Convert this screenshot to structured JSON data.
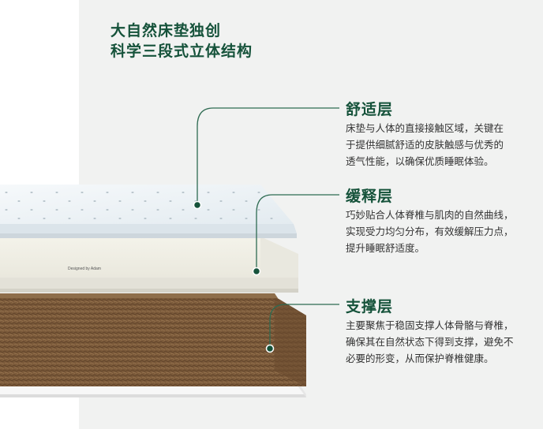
{
  "headline": {
    "line1": "大自然床垫独创",
    "line2": "科学三段式立体结构"
  },
  "brand_print": "Designed by Adam",
  "colors": {
    "accent": "#15523a",
    "background": "#f1f2f1",
    "text": "#333333"
  },
  "layers": [
    {
      "title": "舒适层",
      "desc": [
        "床垫与人体的直接接触区域，关键在",
        "于提供细腻舒适的皮肤触感与优秀的",
        "透气性能，以确保优质睡眠体验。"
      ]
    },
    {
      "title": "缓释层",
      "desc": [
        "巧妙贴合人体脊椎与肌肉的自然曲线，",
        "实现受力均匀分布，有效缓解压力点，",
        "提升睡眠舒适度。"
      ]
    },
    {
      "title": "支撑层",
      "desc": [
        "主要聚焦于稳固支撑人体骨骼与脊椎，",
        "确保其在自然状态下得到支撑，避免不",
        "必要的形变，从而保护脊椎健康。"
      ]
    }
  ]
}
